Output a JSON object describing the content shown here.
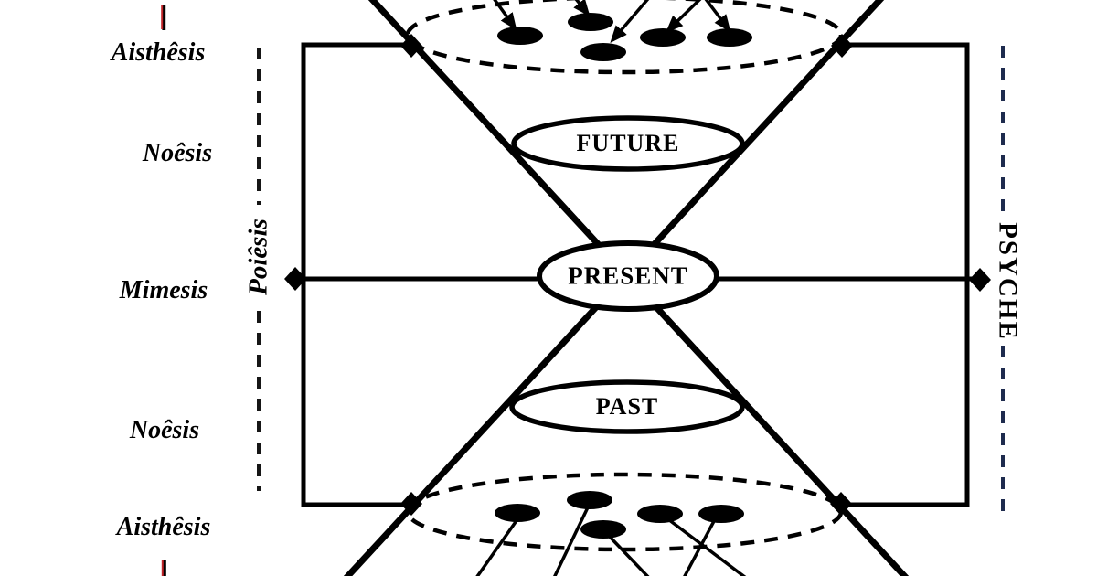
{
  "page": {
    "background": "#ffffff",
    "ink": "#000000",
    "accent_red": "#c02428",
    "right_dash_color": "#1e2b4e"
  },
  "diagram": {
    "left_labels": {
      "aisthesis_top": "Aisthêsis",
      "noesis_top": "Noêsis",
      "mimesis": "Mimesis",
      "noesis_bottom": "Noêsis",
      "aisthesis_bottom": "Aisthêsis"
    },
    "poiesis_label": "Poiêsis",
    "psyche_label": "PSYCHE",
    "nodes": {
      "future": "FUTURE",
      "present": "PRESENT",
      "past": "PAST"
    }
  }
}
